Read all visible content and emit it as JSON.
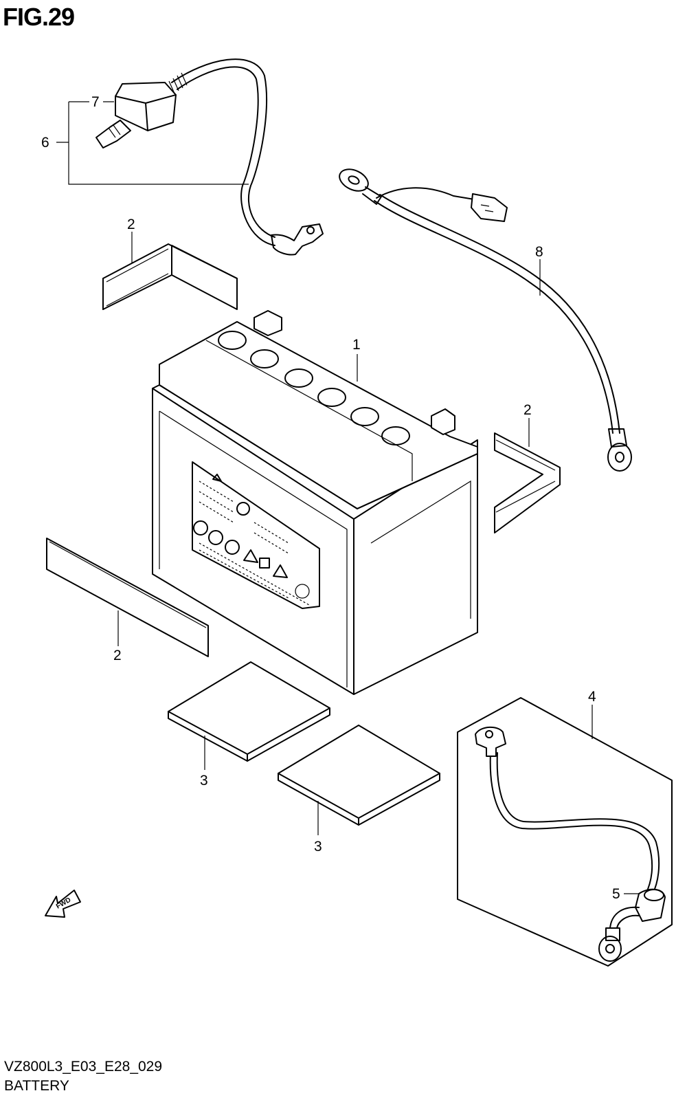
{
  "figure": {
    "title": "FIG.29",
    "diagram_code": "VZ800L3_E03_E28_029",
    "diagram_name": "BATTERY"
  },
  "callouts": {
    "c1": "1",
    "c2a": "2",
    "c2b": "2",
    "c2c": "2",
    "c3a": "3",
    "c3b": "3",
    "c4": "4",
    "c5": "5",
    "c6": "6",
    "c7": "7",
    "c8": "8"
  },
  "fwd_label": "FWD"
}
